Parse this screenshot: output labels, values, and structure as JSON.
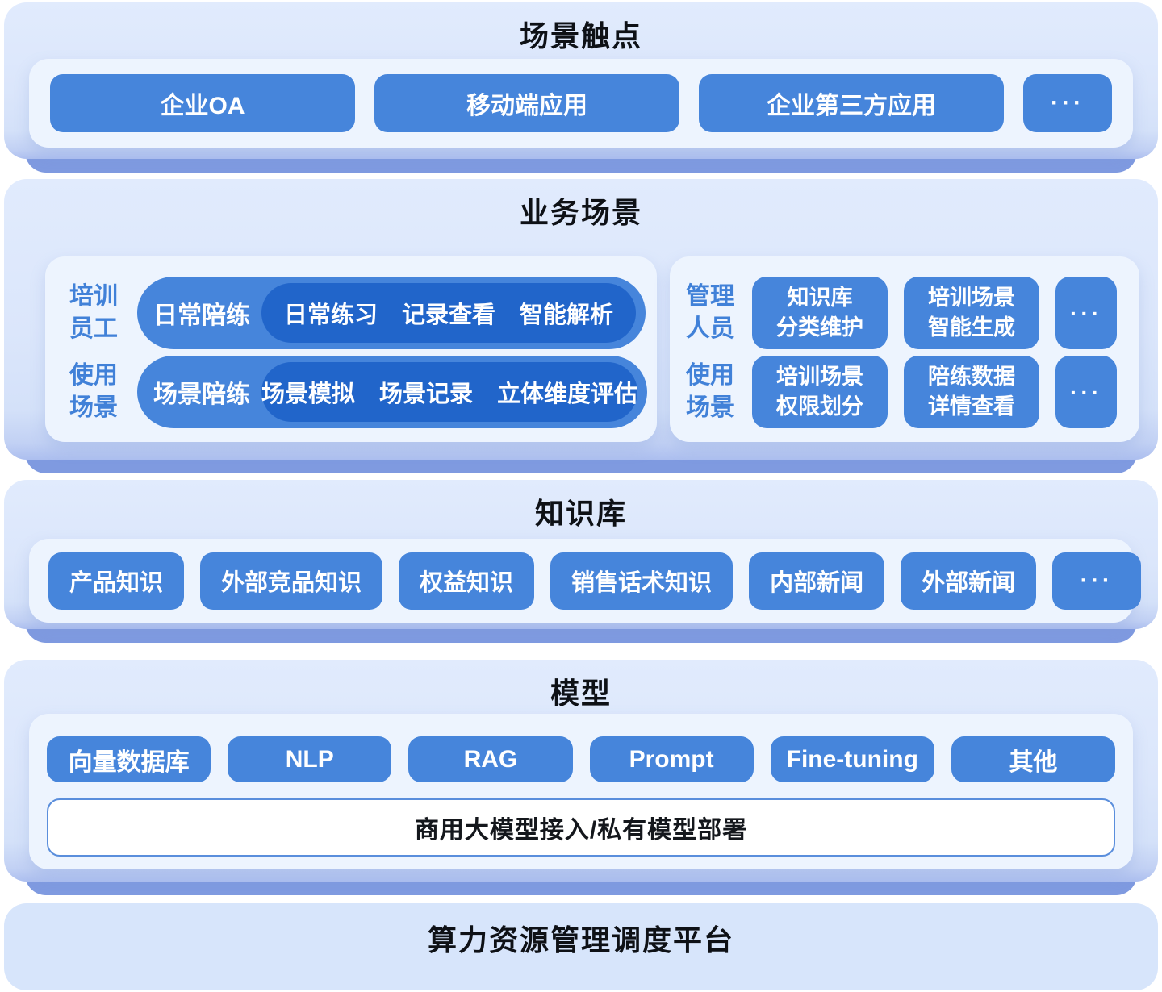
{
  "colors": {
    "section_bg": "#dbe6fb",
    "section_base_band": "#7f9ae0",
    "panel_bg": "#edf4fe",
    "chip_blue": "#4685db",
    "pill_dark_blue": "#2165ca",
    "side_label_blue": "#4181d8",
    "banner_border_blue": "#5a8edc",
    "title_text": "#0e1116",
    "chip_text": "#ffffff"
  },
  "sections": {
    "touchpoints": {
      "title": "场景触点",
      "buttons": [
        "企业OA",
        "移动端应用",
        "企业第三方应用",
        "···"
      ]
    },
    "business": {
      "title": "业务场景",
      "left": {
        "rows": [
          {
            "side": [
              "培训",
              "员工"
            ],
            "pill": "日常陪练",
            "items": [
              "日常练习",
              "记录查看",
              "智能解析"
            ]
          },
          {
            "side": [
              "使用",
              "场景"
            ],
            "pill": "场景陪练",
            "items": [
              "场景模拟",
              "场景记录",
              "立体维度评估"
            ]
          }
        ]
      },
      "right": {
        "rows": [
          {
            "side": [
              "管理",
              "人员"
            ],
            "buttons": [
              [
                "知识库",
                "分类维护"
              ],
              [
                "培训场景",
                "智能生成"
              ]
            ],
            "more": "···"
          },
          {
            "side": [
              "使用",
              "场景"
            ],
            "buttons": [
              [
                "培训场景",
                "权限划分"
              ],
              [
                "陪练数据",
                "详情查看"
              ]
            ],
            "more": "···"
          }
        ]
      }
    },
    "knowledge": {
      "title": "知识库",
      "buttons": [
        "产品知识",
        "外部竞品知识",
        "权益知识",
        "销售话术知识",
        "内部新闻",
        "外部新闻",
        "···"
      ]
    },
    "model": {
      "title": "模型",
      "buttons": [
        "向量数据库",
        "NLP",
        "RAG",
        "Prompt",
        "Fine-tuning",
        "其他"
      ],
      "banner": "商用大模型接入/私有模型部署"
    },
    "platform": {
      "title": "算力资源管理调度平台"
    }
  }
}
